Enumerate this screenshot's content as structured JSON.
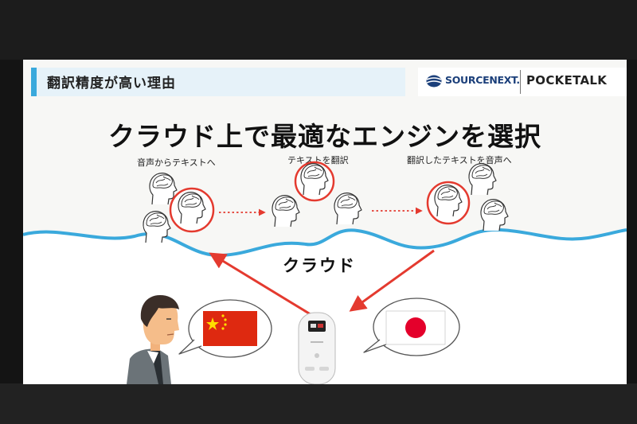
{
  "slide": {
    "section_tag": "翻訳精度が高い理由",
    "brand_primary": "SOURCENEXT.",
    "brand_secondary": "POCKETALK",
    "headline": "クラウド上で最適なエンジンを選択",
    "steps": [
      {
        "label": "音声からテキストへ"
      },
      {
        "label": "テキストを翻訳"
      },
      {
        "label": "翻訳したテキストを音声へ"
      }
    ],
    "cloud_label": "クラウド",
    "flags": {
      "left": "china-flag",
      "right": "japan-flag"
    }
  },
  "colors": {
    "accent_blue": "#3aa9dc",
    "highlight_red": "#e43a2f",
    "brand_navy": "#1b3f7a"
  }
}
